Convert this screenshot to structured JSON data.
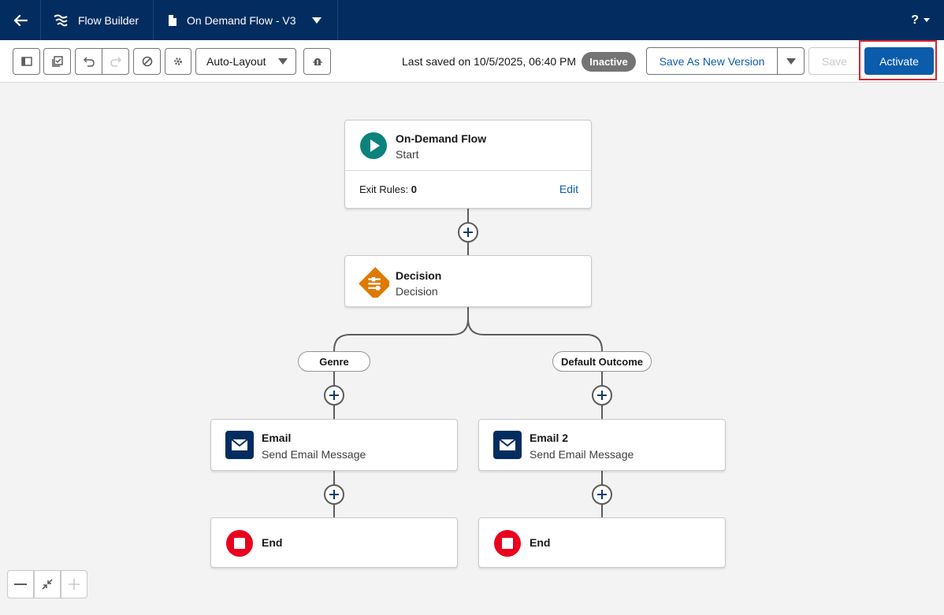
{
  "header": {
    "app_name": "Flow Builder",
    "flow_name": "On Demand Flow - V3",
    "help_label": "?"
  },
  "toolbar": {
    "layout_mode": "Auto-Layout",
    "last_saved": "Last saved on 10/5/2025, 06:40 PM",
    "status_badge": "Inactive",
    "save_as_new_version_label": "Save As New Version",
    "save_label": "Save",
    "activate_label": "Activate"
  },
  "flow": {
    "start": {
      "title": "On-Demand Flow",
      "subtitle": "Start",
      "exit_rules_label": "Exit Rules:",
      "exit_rules_value": "0",
      "edit_label": "Edit"
    },
    "decision": {
      "title": "Decision",
      "subtitle": "Decision"
    },
    "outcomes": [
      {
        "label": "Genre"
      },
      {
        "label": "Default Outcome"
      }
    ],
    "email_1": {
      "title": "Email",
      "subtitle": "Send Email Message"
    },
    "email_2": {
      "title": "Email 2",
      "subtitle": "Send Email Message"
    },
    "end_1": {
      "title": "End"
    },
    "end_2": {
      "title": "End"
    }
  },
  "colors": {
    "header_bg": "#032d60",
    "brand_blue": "#0b5cab",
    "start_icon": "#0b827c",
    "decision_icon": "#dd7a01",
    "email_icon": "#032d60",
    "end_icon": "#ea001e",
    "highlight": "#d8252f"
  }
}
